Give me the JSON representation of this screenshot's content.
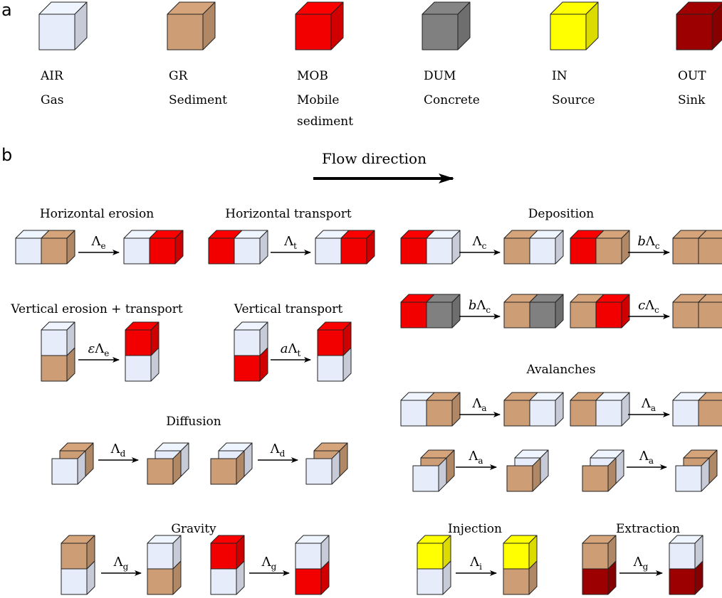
{
  "colors": {
    "AIR": "#e6ecfa",
    "GR": "#cd9e76",
    "MOB": "#f20000",
    "DUM": "#808080",
    "IN": "#ffff00",
    "OUT": "#9c0000",
    "stroke": "#222222"
  },
  "panel_a": {
    "letter": "a",
    "cells": [
      {
        "code": "AIR",
        "line1": "Gas",
        "line2": ""
      },
      {
        "code": "GR",
        "line1": "Sediment",
        "line2": ""
      },
      {
        "code": "MOB",
        "line1": "Mobile",
        "line2": "sediment"
      },
      {
        "code": "DUM",
        "line1": "Concrete",
        "line2": ""
      },
      {
        "code": "IN",
        "line1": "Source",
        "line2": ""
      },
      {
        "code": "OUT",
        "line1": "Sink",
        "line2": ""
      }
    ]
  },
  "panel_b": {
    "letter": "b",
    "flow_direction": "Flow direction",
    "titles": {
      "horizontal_erosion": "Horizontal erosion",
      "horizontal_transport": "Horizontal transport",
      "deposition": "Deposition",
      "vertical_erosion_transport": "Vertical erosion + transport",
      "vertical_transport": "Vertical transport",
      "avalanches": "Avalanches",
      "diffusion": "Diffusion",
      "gravity": "Gravity",
      "injection": "Injection",
      "extraction": "Extraction"
    },
    "rates": {
      "horizontal_erosion": {
        "pre": "",
        "sym": "Λ",
        "sub": "e"
      },
      "horizontal_transport": {
        "pre": "",
        "sym": "Λ",
        "sub": "t"
      },
      "deposition_1": {
        "pre": "",
        "sym": "Λ",
        "sub": "c"
      },
      "deposition_2": {
        "pre": "b",
        "sym": "Λ",
        "sub": "c"
      },
      "deposition_3": {
        "pre": "b",
        "sym": "Λ",
        "sub": "c"
      },
      "deposition_4": {
        "pre": "c",
        "sym": "Λ",
        "sub": "c"
      },
      "vertical_erosion_transport": {
        "pre": "ε",
        "sym": "Λ",
        "sub": "e"
      },
      "vertical_transport": {
        "pre": "a",
        "sym": "Λ",
        "sub": "t"
      },
      "avalanche_1": {
        "pre": "",
        "sym": "Λ",
        "sub": "a"
      },
      "avalanche_2": {
        "pre": "",
        "sym": "Λ",
        "sub": "a"
      },
      "avalanche_3": {
        "pre": "",
        "sym": "Λ",
        "sub": "a"
      },
      "avalanche_4": {
        "pre": "",
        "sym": "Λ",
        "sub": "a"
      },
      "diffusion_1": {
        "pre": "",
        "sym": "Λ",
        "sub": "d"
      },
      "diffusion_2": {
        "pre": "",
        "sym": "Λ",
        "sub": "d"
      },
      "gravity_1": {
        "pre": "",
        "sym": "Λ",
        "sub": "g"
      },
      "gravity_2": {
        "pre": "",
        "sym": "Λ",
        "sub": "g"
      },
      "injection": {
        "pre": "",
        "sym": "Λ",
        "sub": "i"
      },
      "extraction": {
        "pre": "",
        "sym": "Λ",
        "sub": "g"
      }
    },
    "transitions": {
      "horizontal_erosion": {
        "before": [
          "AIR",
          "GR"
        ],
        "after": [
          "AIR",
          "MOB"
        ]
      },
      "horizontal_transport": {
        "before": [
          "MOB",
          "AIR"
        ],
        "after": [
          "AIR",
          "MOB"
        ]
      },
      "deposition_1": {
        "before": [
          "MOB",
          "AIR"
        ],
        "after": [
          "GR",
          "AIR"
        ]
      },
      "deposition_2": {
        "before": [
          "MOB",
          "GR"
        ],
        "after": [
          "GR",
          "GR"
        ]
      },
      "deposition_3": {
        "before": [
          "MOB",
          "DUM"
        ],
        "after": [
          "GR",
          "DUM"
        ]
      },
      "deposition_4": {
        "before": [
          "GR",
          "MOB"
        ],
        "after": [
          "GR",
          "GR"
        ]
      },
      "vertical_erosion_transport": {
        "before_top": "AIR",
        "before_bottom": "GR",
        "after_top": "MOB",
        "after_bottom": "AIR"
      },
      "vertical_transport": {
        "before_top": "AIR",
        "before_bottom": "MOB",
        "after_top": "MOB",
        "after_bottom": "AIR"
      },
      "avalanche_1": {
        "before": [
          "AIR",
          "GR"
        ],
        "after": [
          "GR",
          "AIR"
        ]
      },
      "avalanche_2": {
        "before": [
          "GR",
          "AIR"
        ],
        "after": [
          "AIR",
          "GR"
        ]
      },
      "avalanche_3": {
        "front": "AIR",
        "back": "GR",
        "after_front": "GR",
        "after_back": "AIR"
      },
      "avalanche_4": {
        "front": "GR",
        "back": "AIR",
        "after_front": "AIR",
        "after_back": "GR"
      },
      "diffusion_1": {
        "front": "AIR",
        "back": "GR",
        "after_front": "GR",
        "after_back": "AIR"
      },
      "diffusion_2": {
        "front": "GR",
        "back": "AIR",
        "after_front": "AIR",
        "after_back": "GR"
      },
      "gravity_1": {
        "before_top": "GR",
        "before_bottom": "AIR",
        "after_top": "AIR",
        "after_bottom": "GR"
      },
      "gravity_2": {
        "before_top": "MOB",
        "before_bottom": "AIR",
        "after_top": "AIR",
        "after_bottom": "MOB"
      },
      "injection": {
        "before_top": "IN",
        "before_bottom": "AIR",
        "after_top": "IN",
        "after_bottom": "GR"
      },
      "extraction": {
        "before_top": "GR",
        "before_bottom": "OUT",
        "after_top": "AIR",
        "after_bottom": "OUT"
      }
    }
  }
}
